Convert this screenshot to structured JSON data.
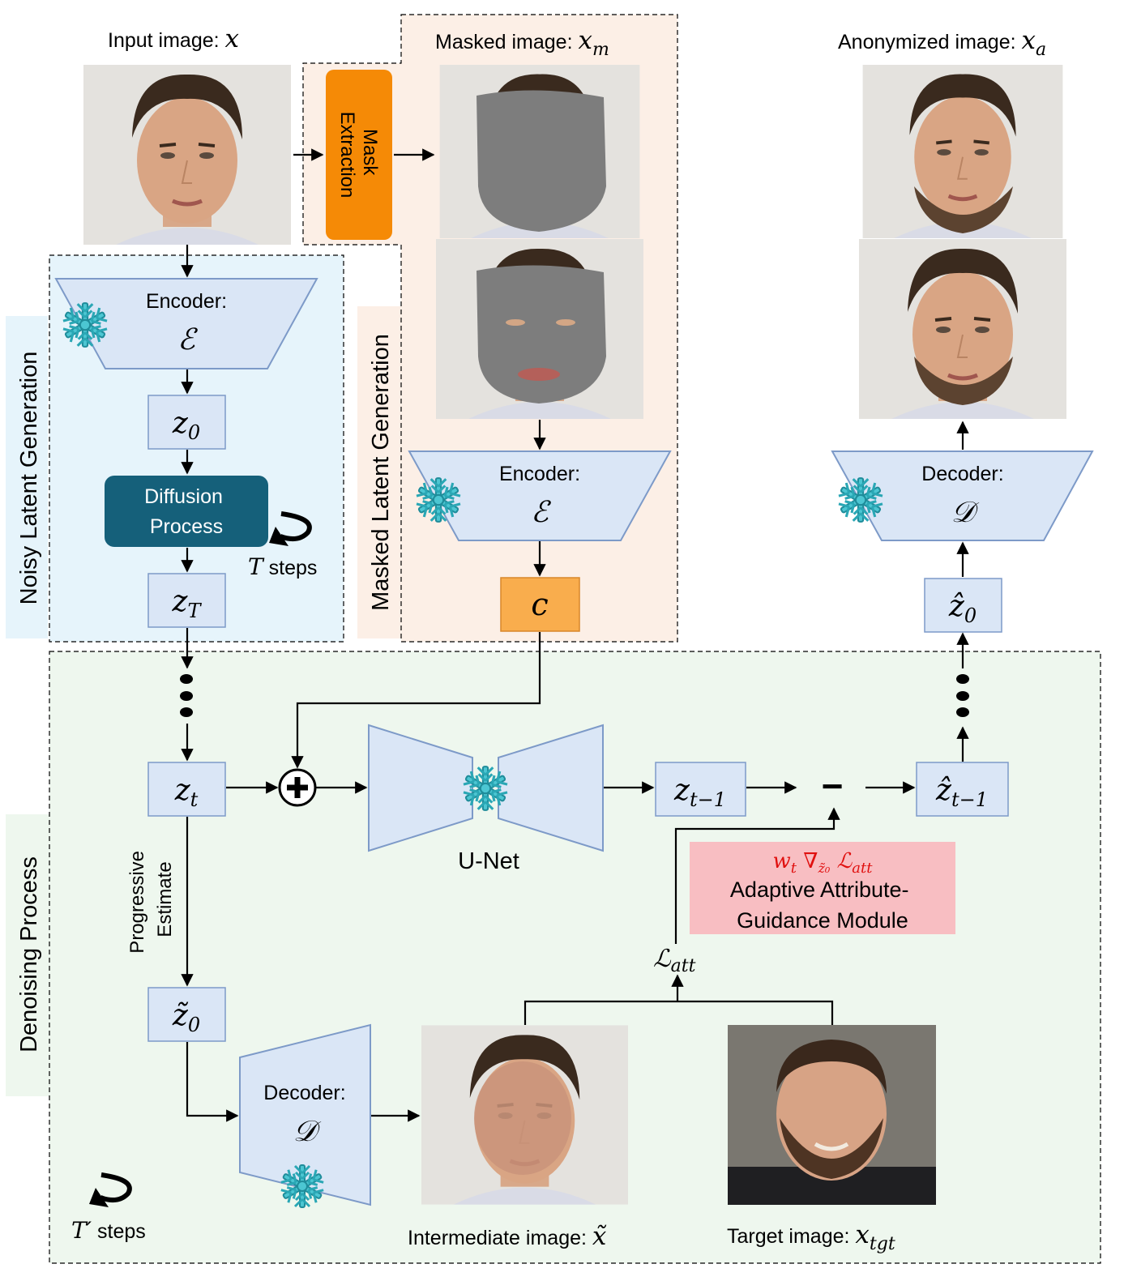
{
  "labels": {
    "input_image": "Input image: ",
    "input_image_sym": "x",
    "masked_image": "Masked image: ",
    "masked_image_sym": "x",
    "masked_image_sub": "m",
    "anonymized_image": "Anonymized image: ",
    "anonymized_image_sym": "x",
    "anonymized_image_sub": "a",
    "intermediate_image": "Intermediate image: ",
    "intermediate_image_sym": "x̃",
    "target_image": "Target image: ",
    "target_image_sym": "x",
    "target_image_sub": "tgt"
  },
  "regions": {
    "noisy_latent": "Noisy Latent Generation",
    "masked_latent": "Masked Latent Generation",
    "denoising": "Denoising Process"
  },
  "blocks": {
    "mask_extraction_line1": "Mask",
    "mask_extraction_line2": "Extraction",
    "encoder": "Encoder:",
    "encoder_sym": "ℰ",
    "decoder": "Decoder:",
    "decoder_sym": "𝒟",
    "diffusion_line1": "Diffusion",
    "diffusion_line2": "Process",
    "unet": "U-Net",
    "progressive_line1": "Progressive",
    "progressive_line2": "Estimate",
    "aagm_formula_w": "w",
    "aagm_formula_wsub": "t",
    "aagm_formula_grad": " ∇",
    "aagm_formula_gradsub": "z̃₀",
    "aagm_formula_L": " ℒ",
    "aagm_formula_Lsub": "att",
    "aagm_line1": "Adaptive Attribute-",
    "aagm_line2": "Guidance Module",
    "loss": "ℒ",
    "loss_sub": "att",
    "minus": "−"
  },
  "latents": {
    "z0": "z",
    "z0_sub": "0",
    "zT": "z",
    "zT_sub": "T",
    "zt": "z",
    "zt_sub": "t",
    "zt1": "z",
    "zt1_sub": "t−1",
    "zhat_t1": "ẑ",
    "zhat_t1_sub": "t−1",
    "zhat0": "ẑ",
    "zhat0_sub": "0",
    "ztilde0": "z̃",
    "ztilde0_sub": "0",
    "c": "c"
  },
  "steps": {
    "T": "T",
    "T_text": " steps",
    "Tprime": "T′",
    "Tprime_text": " steps"
  },
  "colors": {
    "blue_region": "#e6f4fb",
    "peach_region": "#fcefe6",
    "green_region": "#eef7ee",
    "box_fill": "#dae6f6",
    "box_stroke": "#7d9ac8",
    "mask_extraction": "#f58a06",
    "diffusion": "#15607a",
    "cond_c": "#f9ad4d",
    "aagm": "#f8bec2",
    "aagm_formula": "#e0100f",
    "snowflake": "#3bbcc9"
  }
}
